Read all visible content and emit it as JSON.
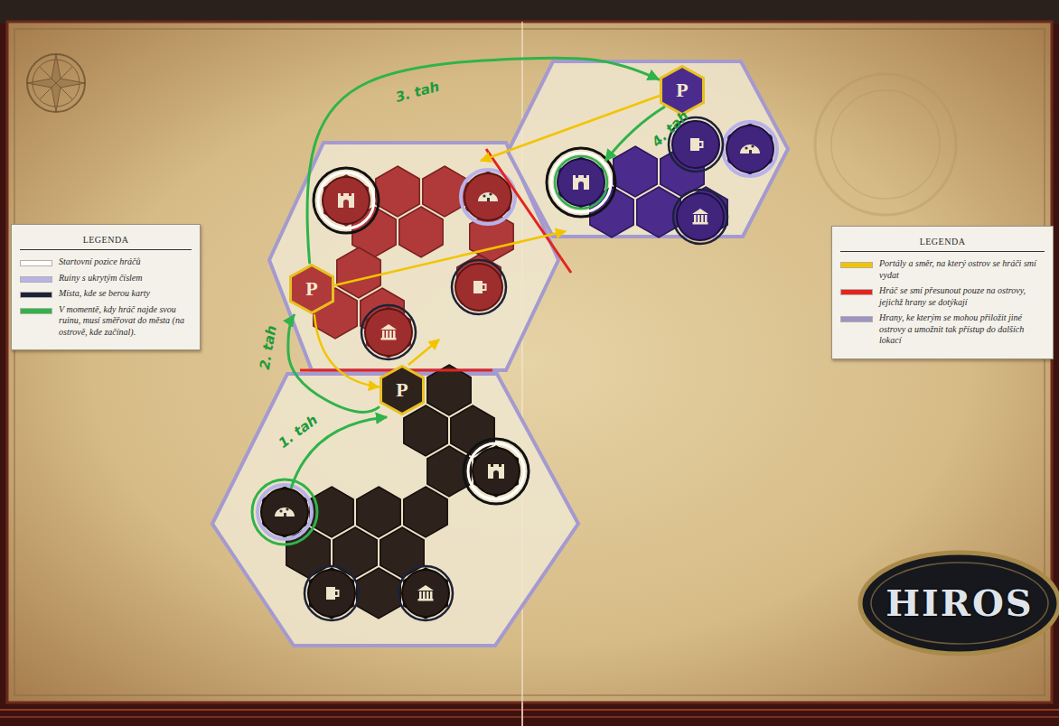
{
  "diagram": {
    "nodes": [
      {
        "text": [
          "P"
        ]
      },
      {
        "text": [
          "P"
        ]
      },
      {
        "text": [
          "P"
        ]
      }
    ],
    "edges": [
      {
        "from": 2,
        "to": 1,
        "arrow": "to",
        "label": "2. tah"
      },
      {
        "from": 1,
        "to": 0,
        "arrow": "to",
        "label": "3. tah"
      },
      {
        "from": 1,
        "to": 2,
        "arrow": "to"
      }
    ],
    "labels": [
      "1. tah",
      "4. tah",
      "LEGENDA",
      "LEGENDA",
      "HIROS"
    ],
    "legend": [
      {
        "text": "Startovní pozice hráčů",
        "color": "#ffffff"
      },
      {
        "text": "Ruiny s ukrytým číslem",
        "color": "#b8b2ea"
      },
      {
        "text": "Místa, kde se berou karty",
        "color": "#1c2238"
      },
      {
        "text": "V momentě, kdy hráč najde svou ruinu, musí směřovat do města (na ostrově, kde začínal).",
        "color": "#2fb34a"
      },
      {
        "text": "Portály a směr, na který ostrov se hráči smí vydat",
        "color": "#f2c400"
      },
      {
        "text": "Hráč se smí přesunout pouze na ostrovy, jejichž hrany se dotýkají",
        "color": "#e3241f"
      },
      {
        "text": "Hrany, ke kterým se mohou přiložit jiné ostrovy a umožnit tak přístup do dalších lokací",
        "color": "#9d93c6"
      }
    ]
  }
}
